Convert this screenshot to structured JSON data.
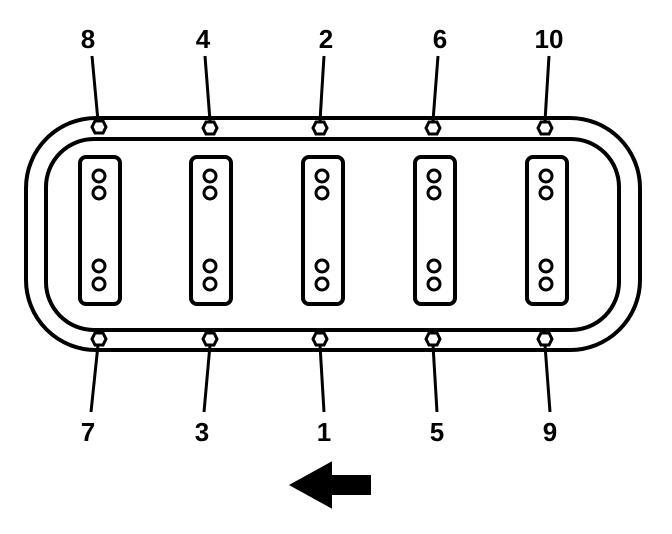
{
  "top_bolts": [
    {
      "label": "8"
    },
    {
      "label": "4"
    },
    {
      "label": "2"
    },
    {
      "label": "6"
    },
    {
      "label": "10"
    }
  ],
  "bottom_bolts": [
    {
      "label": "7"
    },
    {
      "label": "3"
    },
    {
      "label": "1"
    },
    {
      "label": "5"
    },
    {
      "label": "9"
    }
  ],
  "bearing_caps_count": 5,
  "arrow_direction": "left",
  "colors": {
    "line": "#000000",
    "background": "#ffffff"
  }
}
